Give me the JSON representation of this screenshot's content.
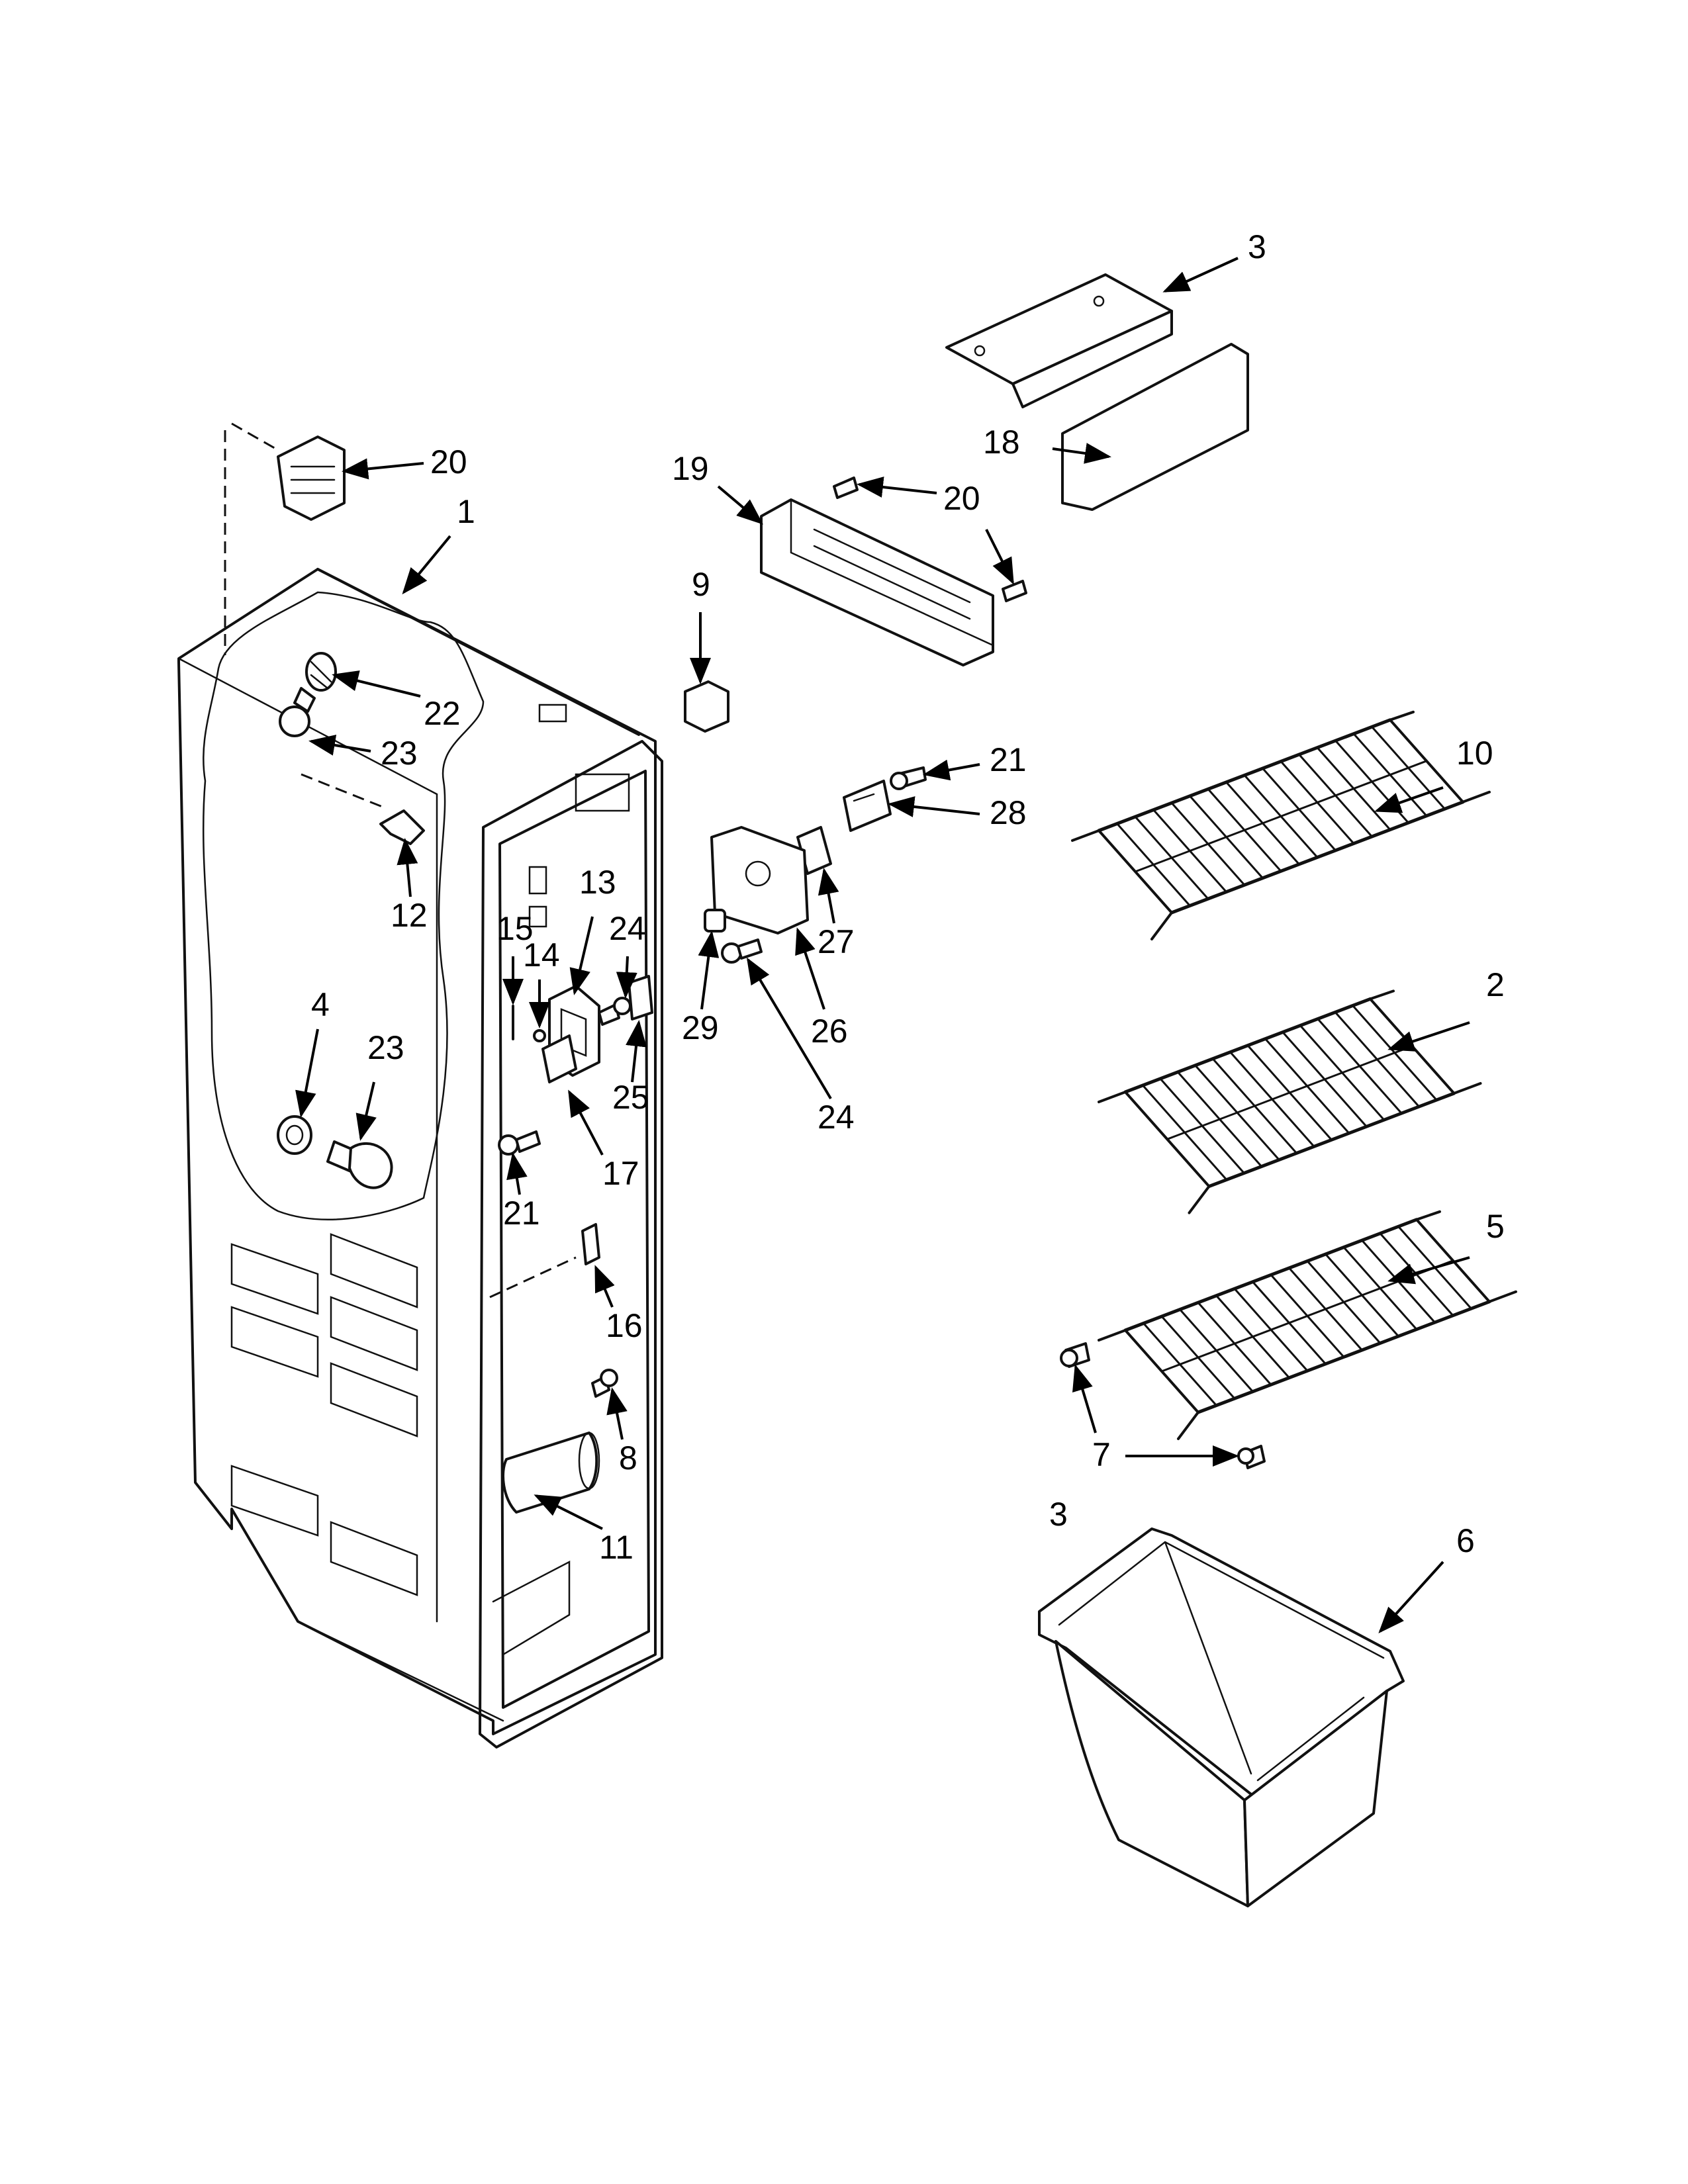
{
  "callouts": [
    {
      "id": "c-3a",
      "text": "3"
    },
    {
      "id": "c-18",
      "text": "18"
    },
    {
      "id": "c-19",
      "text": "19"
    },
    {
      "id": "c-20a",
      "text": "20"
    },
    {
      "id": "c-20b",
      "text": "20"
    },
    {
      "id": "c-1",
      "text": "1"
    },
    {
      "id": "c-22",
      "text": "22"
    },
    {
      "id": "c-23a",
      "text": "23"
    },
    {
      "id": "c-9",
      "text": "9"
    },
    {
      "id": "c-21a",
      "text": "21"
    },
    {
      "id": "c-28",
      "text": "28"
    },
    {
      "id": "c-10",
      "text": "10"
    },
    {
      "id": "c-12",
      "text": "12"
    },
    {
      "id": "c-13",
      "text": "13"
    },
    {
      "id": "c-15",
      "text": "15"
    },
    {
      "id": "c-14",
      "text": "14"
    },
    {
      "id": "c-24a",
      "text": "24"
    },
    {
      "id": "c-27",
      "text": "27"
    },
    {
      "id": "c-29",
      "text": "29"
    },
    {
      "id": "c-26",
      "text": "26"
    },
    {
      "id": "c-2",
      "text": "2"
    },
    {
      "id": "c-4",
      "text": "4"
    },
    {
      "id": "c-23b",
      "text": "23"
    },
    {
      "id": "c-25",
      "text": "25"
    },
    {
      "id": "c-24b",
      "text": "24"
    },
    {
      "id": "c-17",
      "text": "17"
    },
    {
      "id": "c-21b",
      "text": "21"
    },
    {
      "id": "c-5",
      "text": "5"
    },
    {
      "id": "c-16",
      "text": "16"
    },
    {
      "id": "c-8",
      "text": "8"
    },
    {
      "id": "c-7",
      "text": "7"
    },
    {
      "id": "c-3b",
      "text": "3"
    },
    {
      "id": "c-6",
      "text": "6"
    },
    {
      "id": "c-11",
      "text": "11"
    }
  ]
}
